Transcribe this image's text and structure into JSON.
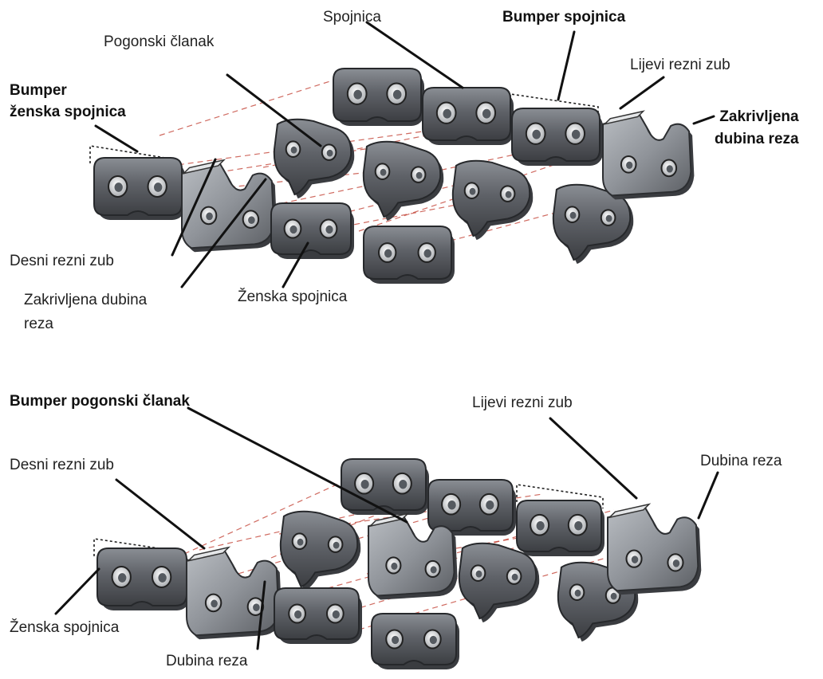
{
  "top_diagram": {
    "labels": {
      "spojnica": "Spojnica",
      "bumper_spojnica": "Bumper spojnica",
      "pogonski_clanak": "Pogonski članak",
      "lijevi_rezni_zub": "Lijevi rezni zub",
      "bumper_zenska_spojnica": "Bumper\nženska spojnica",
      "zakrivljena_dubina_reza_right": "Zakrivljena\ndubina reza",
      "desni_rezni_zub": "Desni rezni zub",
      "zakrivljena_dubina_reza_left": "Zakrivljena dubina\nreza",
      "zenska_spojnica": "Ženska spojnica"
    }
  },
  "bottom_diagram": {
    "labels": {
      "bumper_pogonski_clanak": "Bumper pogonski članak",
      "lijevi_rezni_zub": "Lijevi rezni zub",
      "desni_rezni_zub": "Desni rezni zub",
      "dubina_reza_right": "Dubina reza",
      "zenska_spojnica": "Ženska spojnica",
      "dubina_reza_bottom": "Dubina reza"
    }
  },
  "colors": {
    "metal_face": "#5d6066",
    "metal_edge": "#3a3c40",
    "metal_highlight": "#9a9ea4",
    "tooth_face": "#8c9096",
    "rivet": "#cfd2d5",
    "dash_line": "#c0392b",
    "leader": "#111111"
  }
}
